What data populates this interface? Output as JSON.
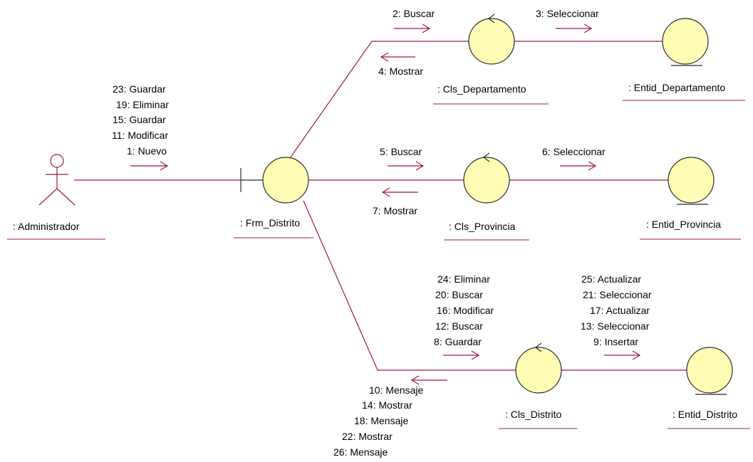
{
  "colors": {
    "line": "#9b1b3f",
    "node_fill": "#fefcb5",
    "node_stroke": "#2b2b2b",
    "text": "#000000",
    "background": "#ffffff"
  },
  "actor": {
    "name": ": Administrador"
  },
  "boundary": {
    "name": ": Frm_Distrito"
  },
  "controls": {
    "departamento": ": Cls_Departamento",
    "provincia": ": Cls_Provincia",
    "distrito": ": Cls_Distrito"
  },
  "entities": {
    "departamento": ": Entid_Departamento",
    "provincia": ": Entid_Provincia",
    "distrito": ": Entid_Distrito"
  },
  "messages": {
    "actor_to_form": [
      "23: Guardar",
      "19: Eliminar",
      "15: Guardar",
      "11: Modificar",
      "1: Nuevo"
    ],
    "form_to_cls_departamento": "2: Buscar",
    "cls_departamento_to_form": "4: Mostrar",
    "cls_to_entid_departamento": "3: Seleccionar",
    "form_to_cls_provincia": "5: Buscar",
    "cls_provincia_to_form": "7: Mostrar",
    "cls_to_entid_provincia": "6: Seleccionar",
    "form_to_cls_distrito": [
      "24: Eliminar",
      "20: Buscar",
      "16: Modificar",
      "12: Buscar",
      "8: Guardar"
    ],
    "cls_distrito_to_entid": [
      "25: Actualizar",
      "21: Seleccionar",
      "17: Actualizar",
      "13: Seleccionar",
      "9: Insertar"
    ],
    "cls_distrito_to_form": [
      "10: Mensaje",
      "14: Mostrar",
      "18: Mensaje",
      "22: Mostrar",
      "26: Mensaje"
    ]
  }
}
